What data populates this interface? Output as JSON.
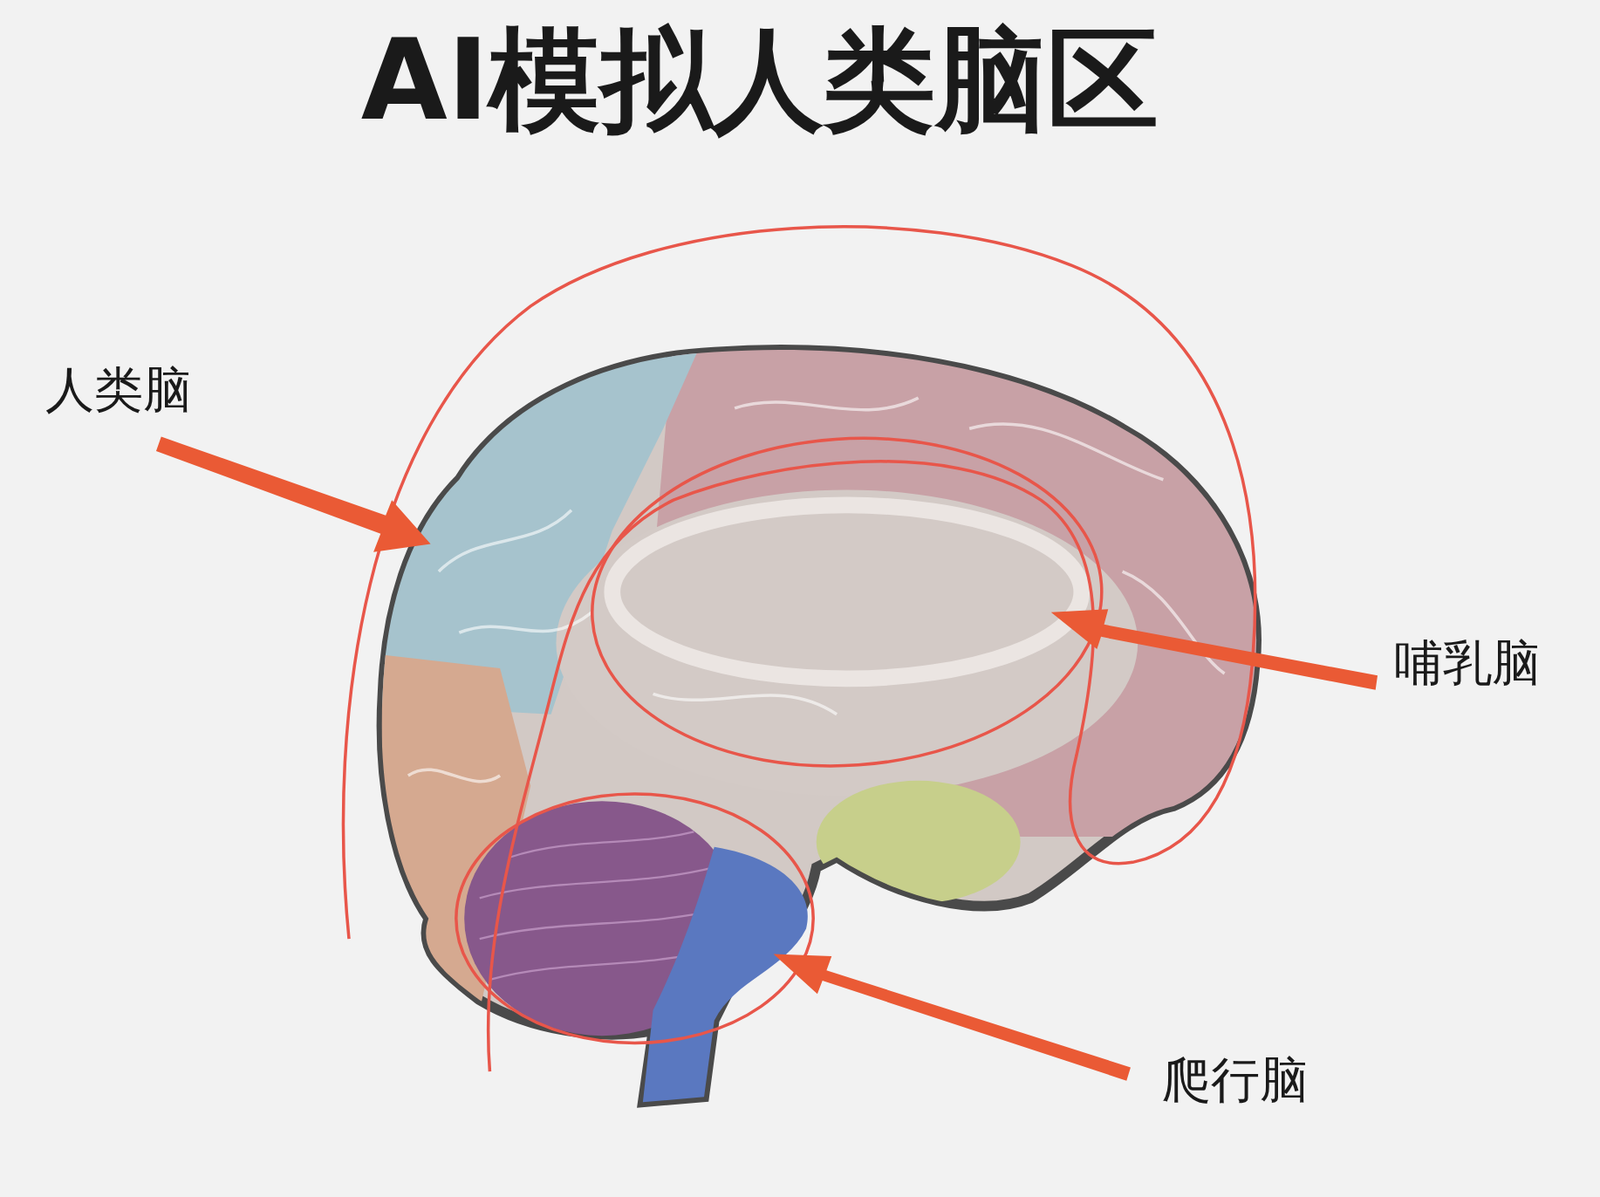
{
  "diagram": {
    "title": "AI模拟人类脑区",
    "labels": [
      "人类脑",
      "哺乳脑",
      "爬行脑"
    ]
  }
}
